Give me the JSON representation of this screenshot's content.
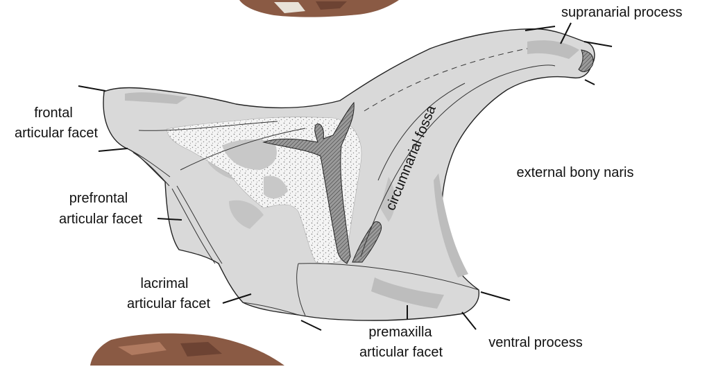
{
  "figure": {
    "labels": {
      "supranarial_process": "supranarial process",
      "frontal_facet_line1": "frontal",
      "frontal_facet_line2": "articular facet",
      "external_bony_naris": "external bony naris",
      "prefrontal_facet_line1": "prefrontal",
      "prefrontal_facet_line2": "articular facet",
      "circumnarial_fossa": "circumnarial fossa",
      "lacrimal_facet_line1": "lacrimal",
      "lacrimal_facet_line2": "articular facet",
      "premaxilla_facet_line1": "premaxilla",
      "premaxilla_facet_line2": "articular facet",
      "ventral_process": "ventral process"
    },
    "colors": {
      "bone_fill": "#d9d9d9",
      "bone_shade": "#bdbdbd",
      "matrix_fill": "#f2f2f2",
      "crack_fill": "#7a7a7a",
      "photo_rock": "#8a5a44"
    }
  }
}
